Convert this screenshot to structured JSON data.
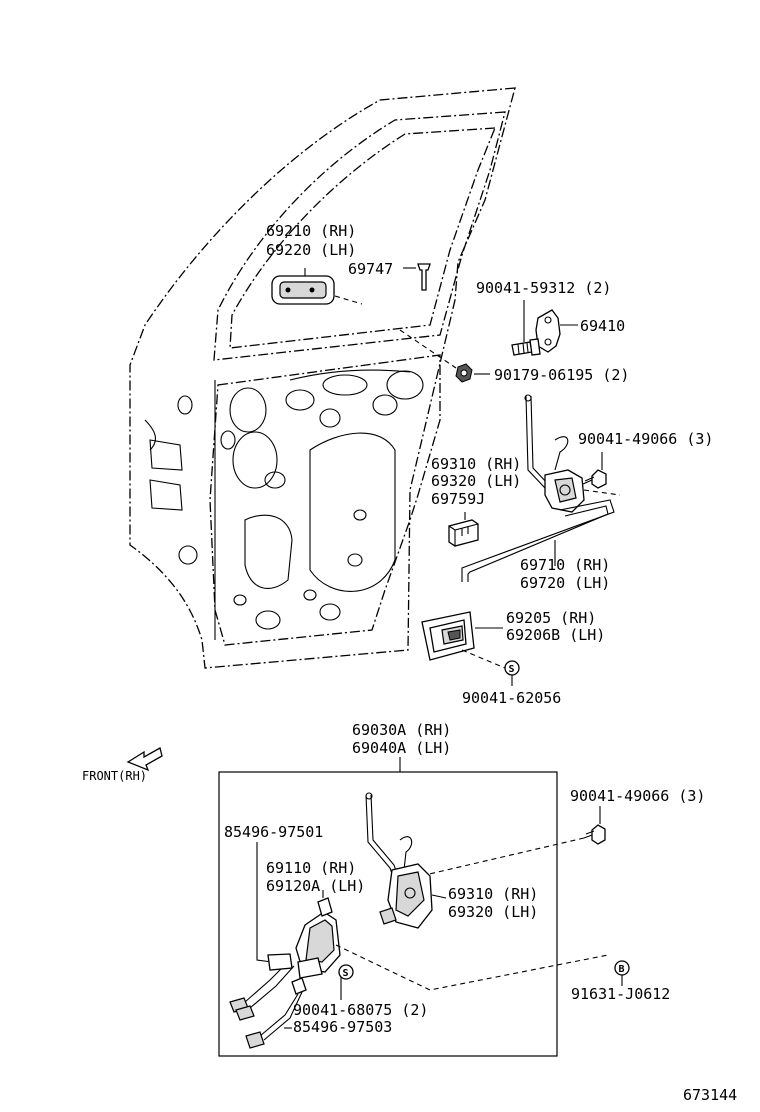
{
  "labels": {
    "handle_rh": "69210 (RH)",
    "handle_lh": "69220 (LH)",
    "pin": "69747",
    "bolt_9312": "90041-59312 (2)",
    "striker": "69410",
    "nut_06195": "90179-06195 (2)",
    "screw_49066_top": "90041-49066 (3)",
    "lock_top_rh": "69310 (RH)",
    "lock_top_lh": "69320 (LH)",
    "clip": "69759J",
    "rod_rh": "69710 (RH)",
    "rod_lh": "69720 (LH)",
    "inner_rh": "69205 (RH)",
    "inner_lh": "69206B (LH)",
    "screw_62056": "90041-62056",
    "assy_rh": "69030A (RH)",
    "assy_lh": "69040A (LH)",
    "front": "FRONT(RH)",
    "screw_49066_box": "90041-49066 (3)",
    "wire_97501": "85496-97501",
    "motor_rh": "69110 (RH)",
    "motor_lh": "69120A (LH)",
    "lock_box_rh": "69310 (RH)",
    "lock_box_lh": "69320 (LH)",
    "screw_68075": "90041-68075 (2)",
    "bolt_j0612": "91631-J0612",
    "wire_97503": "85496-97503",
    "sym_s": "S",
    "sym_b": "B",
    "catalog_no": "673144"
  }
}
